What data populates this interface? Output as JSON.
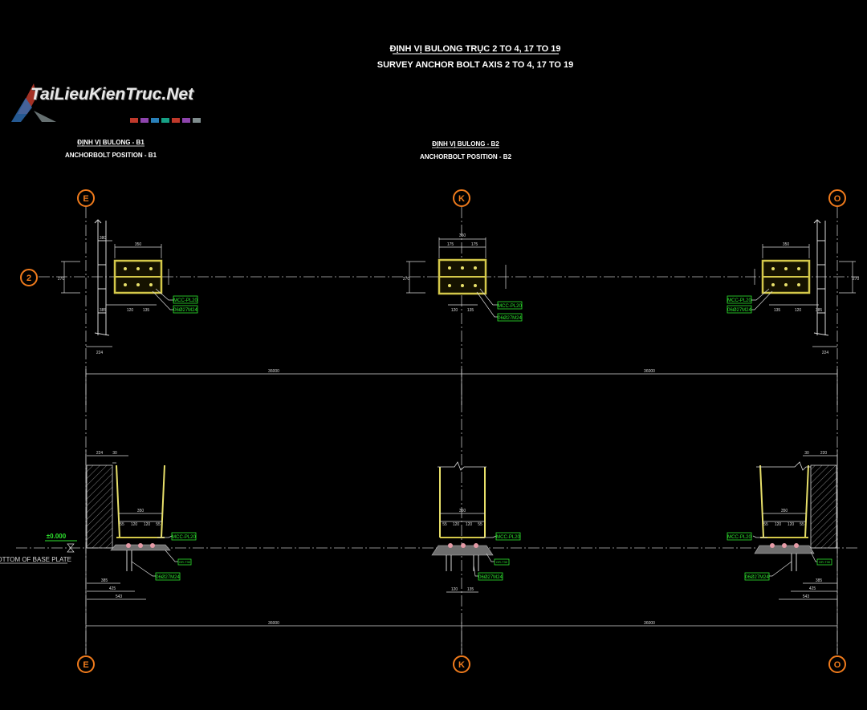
{
  "title": {
    "line1": "ĐỊNH VỊ BULONG TRỤC 2 TO 4, 17 TO 19",
    "line2": "SURVEY ANCHOR BOLT AXIS 2 TO 4, 17 TO 19"
  },
  "watermark": {
    "text": "TaiLieuKienTruc.Net",
    "logo_colors": [
      "#c0392b",
      "#2e6fb7",
      "#7f8c8d"
    ],
    "dot_colors": [
      "#c0392b",
      "#8e44ad",
      "#2980b9",
      "#16a085",
      "#c0392b",
      "#8e44ad",
      "#7f8c8d"
    ]
  },
  "sections": {
    "b1": {
      "line1": "ĐỊNH VỊ BULONG - B1",
      "line2": "ANCHORBOLT POSITION - B1"
    },
    "b2": {
      "line1": "ĐỊNH VỊ BULONG - B2",
      "line2": "ANCHORBOLT POSITION - B2"
    }
  },
  "grid_axes": {
    "left": "E",
    "middle": "K",
    "right": "O",
    "row": "2"
  },
  "labels": {
    "plate": "MCC-PL20",
    "bolt": "06Ø27M24",
    "grout": "GR-T30",
    "level": "±0.000",
    "bottom_plate": "BOTTOM OF BASE PLATE"
  },
  "dimensions": {
    "span_left": "36000",
    "span_right": "36000",
    "plate_width": "350",
    "plate_half_left": "175",
    "plate_half_right": "175",
    "bolt_spacing": "120",
    "edge": "150",
    "edge_b": "135",
    "height_total": "270",
    "height_half": "135",
    "offset_a": "224",
    "offset_b": "380",
    "offset_c": "385",
    "offset_d": "425",
    "offset_e": "543",
    "small": "55",
    "col_gap": "30",
    "elev_a": "220"
  },
  "colors": {
    "background": "#000000",
    "line": "#d9d9d9",
    "column": "#e8e06a",
    "plate": "#d4c84a",
    "label_green": "#2ee62e",
    "bubble": "#f07b1c",
    "bolt_pink": "#e59aa6"
  }
}
